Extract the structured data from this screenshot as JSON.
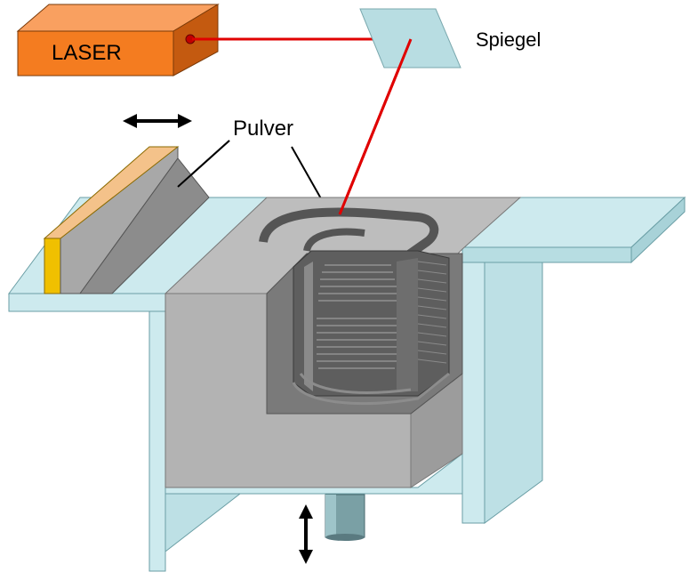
{
  "diagram": {
    "labels": {
      "laser": "LASER",
      "mirror": "Spiegel",
      "powder": "Pulver"
    },
    "colors": {
      "laser_front": "#f47c20",
      "laser_top": "#f9a060",
      "laser_side": "#c45a10",
      "laser_beam": "#e00000",
      "mirror": "#b8dde2",
      "platform": "#cdeaee",
      "platform_edge": "#9ccdd4",
      "powder_gray": "#b8b8b8",
      "part_dark": "#555555",
      "roller_gray": "#a8a8a8",
      "roller_cap": "#f4c28a",
      "roller_yellow": "#f0c000"
    }
  }
}
